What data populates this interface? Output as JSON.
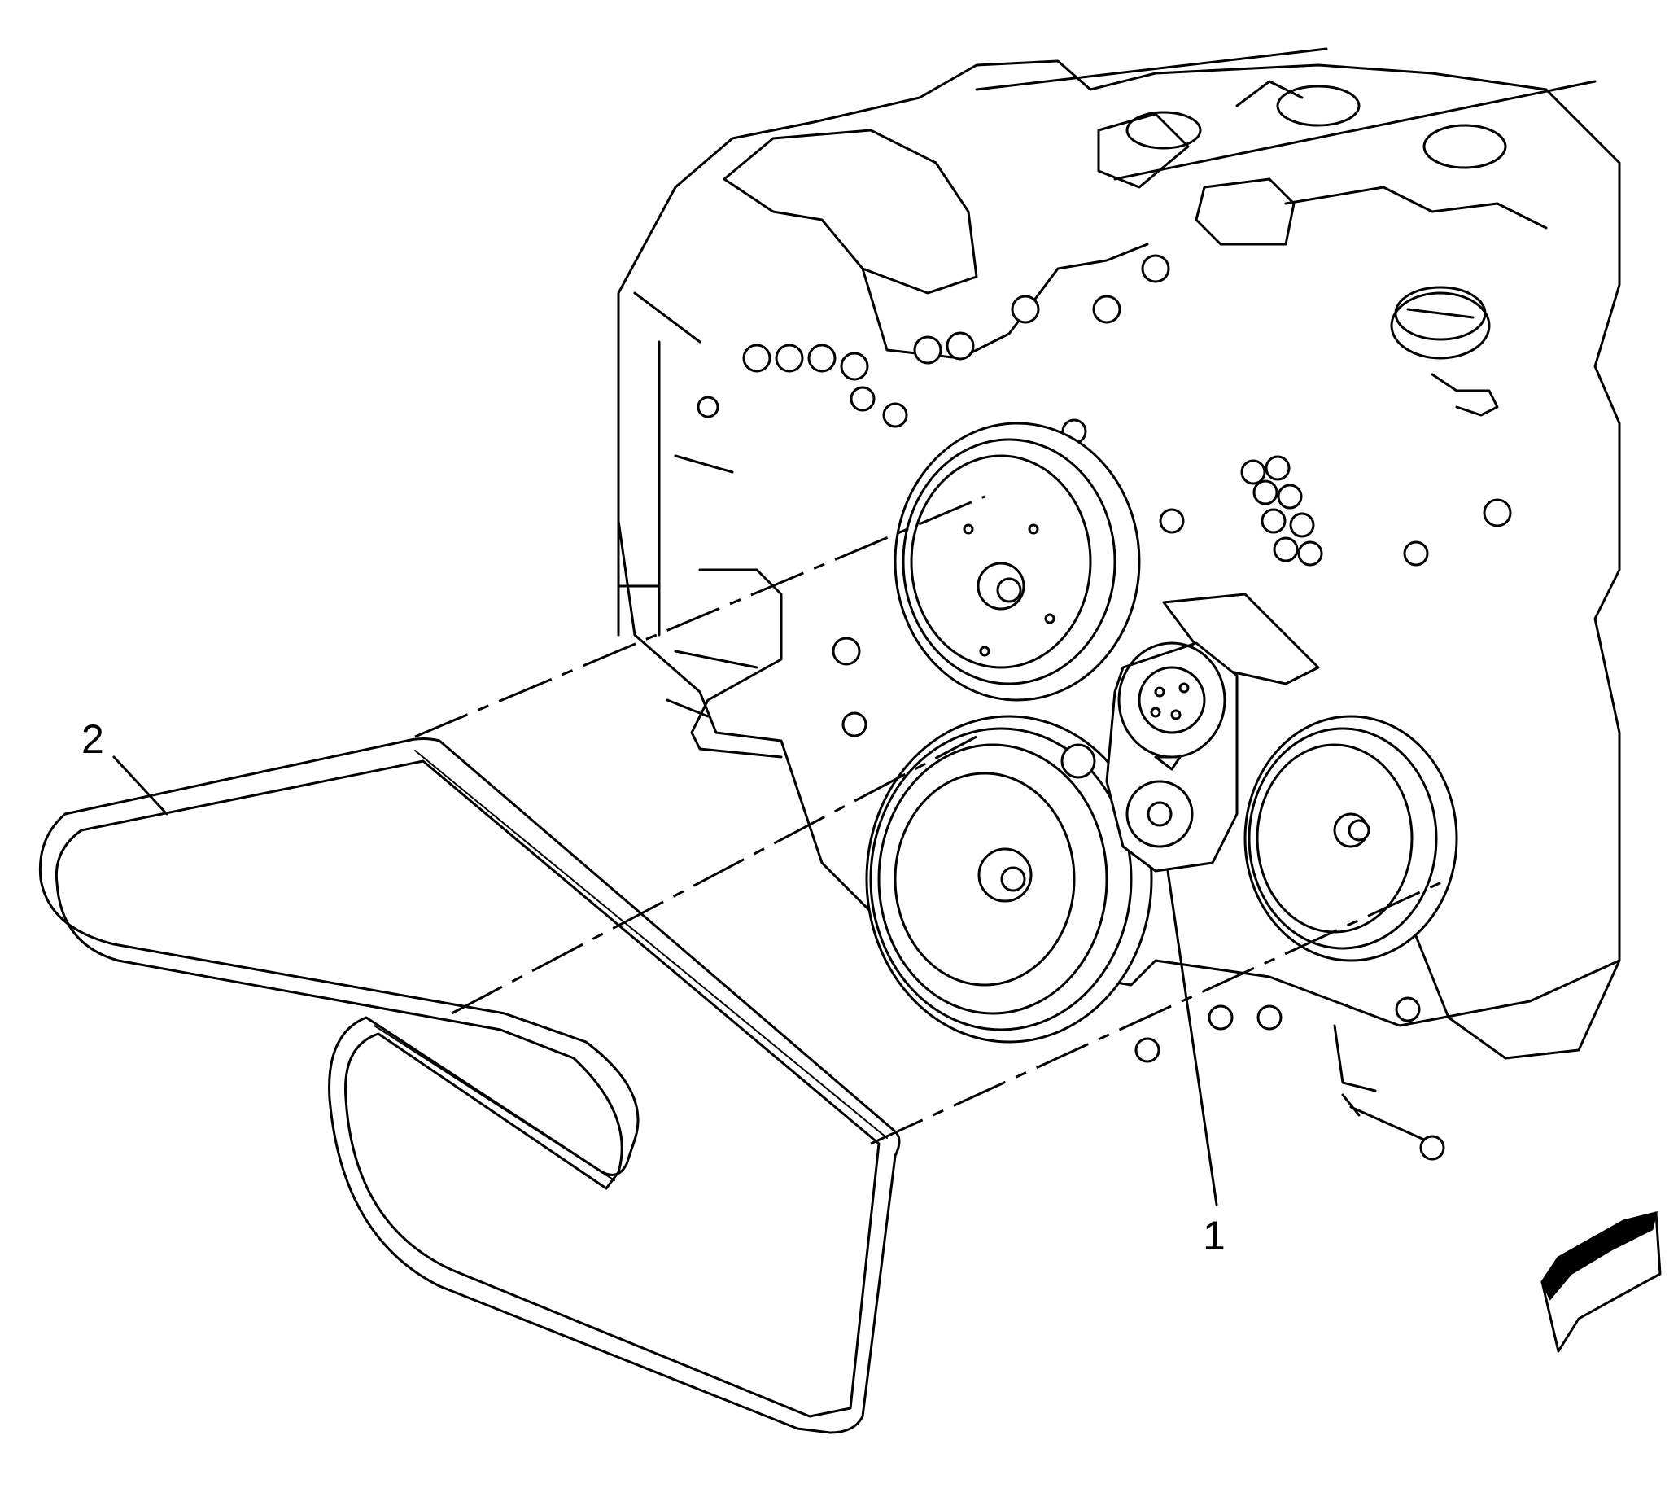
{
  "diagram": {
    "callouts": [
      {
        "id": "tensioner",
        "label": "1"
      },
      {
        "id": "drive-belt",
        "label": "2"
      }
    ],
    "direction_arrow": {
      "icon": "front-direction-arrow-icon"
    },
    "colors": {
      "ink": "#000000",
      "background": "#ffffff"
    }
  }
}
